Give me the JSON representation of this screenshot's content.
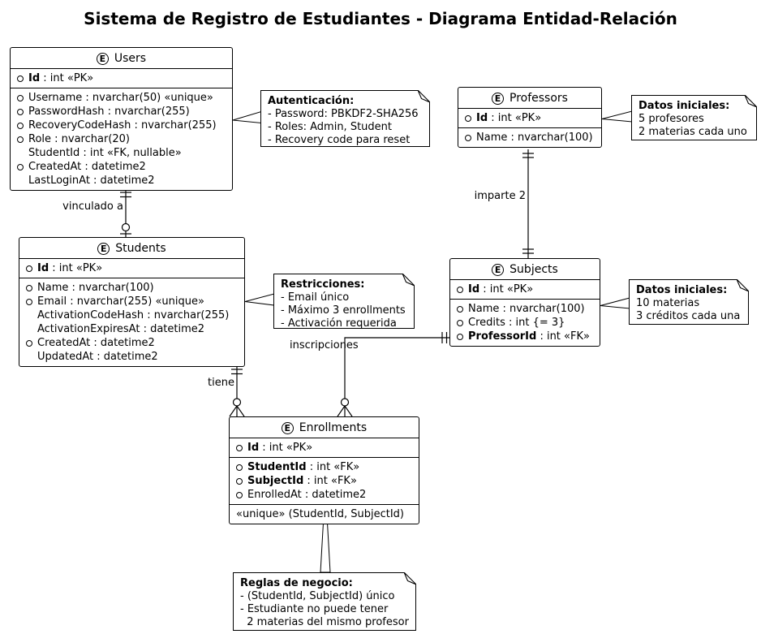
{
  "title": "Sistema de Registro de Estudiantes - Diagrama Entidad-Relación",
  "colors": {
    "stroke": "#000000",
    "fill": "#ffffff"
  },
  "entities": {
    "users": {
      "name": "Users",
      "spot": "E",
      "sections": [
        {
          "rows": [
            {
              "icon": "circle",
              "bold": "Id",
              "text": " : int «PK»"
            }
          ]
        },
        {
          "rows": [
            {
              "icon": "circle",
              "bold": "",
              "text": "Username : nvarchar(50) «unique»"
            },
            {
              "icon": "circle",
              "bold": "",
              "text": "PasswordHash : nvarchar(255)"
            },
            {
              "icon": "circle",
              "bold": "",
              "text": "RecoveryCodeHash : nvarchar(255)"
            },
            {
              "icon": "circle",
              "bold": "",
              "text": "Role : nvarchar(20)"
            },
            {
              "icon": "none",
              "bold": "",
              "text": "StudentId : int «FK, nullable»"
            },
            {
              "icon": "circle",
              "bold": "",
              "text": "CreatedAt : datetime2"
            },
            {
              "icon": "none",
              "bold": "",
              "text": "LastLoginAt : datetime2"
            }
          ]
        }
      ]
    },
    "professors": {
      "name": "Professors",
      "spot": "E",
      "sections": [
        {
          "rows": [
            {
              "icon": "circle",
              "bold": "Id",
              "text": " : int «PK»"
            }
          ]
        },
        {
          "rows": [
            {
              "icon": "circle",
              "bold": "",
              "text": "Name : nvarchar(100)"
            }
          ]
        }
      ]
    },
    "students": {
      "name": "Students",
      "spot": "E",
      "sections": [
        {
          "rows": [
            {
              "icon": "circle",
              "bold": "Id",
              "text": " : int «PK»"
            }
          ]
        },
        {
          "rows": [
            {
              "icon": "circle",
              "bold": "",
              "text": "Name : nvarchar(100)"
            },
            {
              "icon": "circle",
              "bold": "",
              "text": "Email : nvarchar(255) «unique»"
            },
            {
              "icon": "none",
              "bold": "",
              "text": "ActivationCodeHash : nvarchar(255)"
            },
            {
              "icon": "none",
              "bold": "",
              "text": "ActivationExpiresAt : datetime2"
            },
            {
              "icon": "circle",
              "bold": "",
              "text": "CreatedAt : datetime2"
            },
            {
              "icon": "none",
              "bold": "",
              "text": "UpdatedAt : datetime2"
            }
          ]
        }
      ]
    },
    "subjects": {
      "name": "Subjects",
      "spot": "E",
      "sections": [
        {
          "rows": [
            {
              "icon": "circle",
              "bold": "Id",
              "text": " : int «PK»"
            }
          ]
        },
        {
          "rows": [
            {
              "icon": "circle",
              "bold": "",
              "text": "Name : nvarchar(100)"
            },
            {
              "icon": "circle",
              "bold": "",
              "text": "Credits : int {= 3}"
            },
            {
              "icon": "circle",
              "bold": "ProfessorId",
              "text": " : int «FK»"
            }
          ]
        }
      ]
    },
    "enrollments": {
      "name": "Enrollments",
      "spot": "E",
      "sections": [
        {
          "rows": [
            {
              "icon": "circle",
              "bold": "Id",
              "text": " : int «PK»"
            }
          ]
        },
        {
          "rows": [
            {
              "icon": "circle",
              "bold": "StudentId",
              "text": " : int «FK»"
            },
            {
              "icon": "circle",
              "bold": "SubjectId",
              "text": " : int «FK»"
            },
            {
              "icon": "circle",
              "bold": "",
              "text": "EnrolledAt : datetime2"
            }
          ]
        },
        {
          "rows": [
            {
              "icon": "flush",
              "bold": "",
              "text": "«unique» (StudentId, SubjectId)"
            }
          ]
        }
      ]
    }
  },
  "notes": {
    "auth": {
      "title": "Autenticación:",
      "lines": [
        "- Password: PBKDF2-SHA256",
        "- Roles: Admin, Student",
        "- Recovery code para reset"
      ]
    },
    "professors_data": {
      "title": "Datos iniciales:",
      "lines": [
        "5 profesores",
        "2 materias cada uno"
      ]
    },
    "restrictions": {
      "title": "Restricciones:",
      "lines": [
        "- Email único",
        "- Máximo 3 enrollments",
        "- Activación requerida"
      ]
    },
    "subjects_data": {
      "title": "Datos iniciales:",
      "lines": [
        "10 materias",
        "3 créditos cada una"
      ]
    },
    "rules": {
      "title": "Reglas de negocio:",
      "lines": [
        "- (StudentId, SubjectId) único",
        "- Estudiante no puede tener",
        "  2 materias del mismo profesor"
      ]
    }
  },
  "relationships": {
    "users_students": {
      "label": "vinculado a",
      "cardinality": "exactly-one to zero-or-one"
    },
    "professors_subjects": {
      "label": "imparte 2",
      "cardinality": "exactly-one to exactly-one"
    },
    "students_enrollments": {
      "label": "tiene",
      "cardinality": "exactly-one to zero-or-many"
    },
    "subjects_enrollments": {
      "label": "inscripciones",
      "cardinality": "exactly-one to zero-or-many"
    }
  }
}
